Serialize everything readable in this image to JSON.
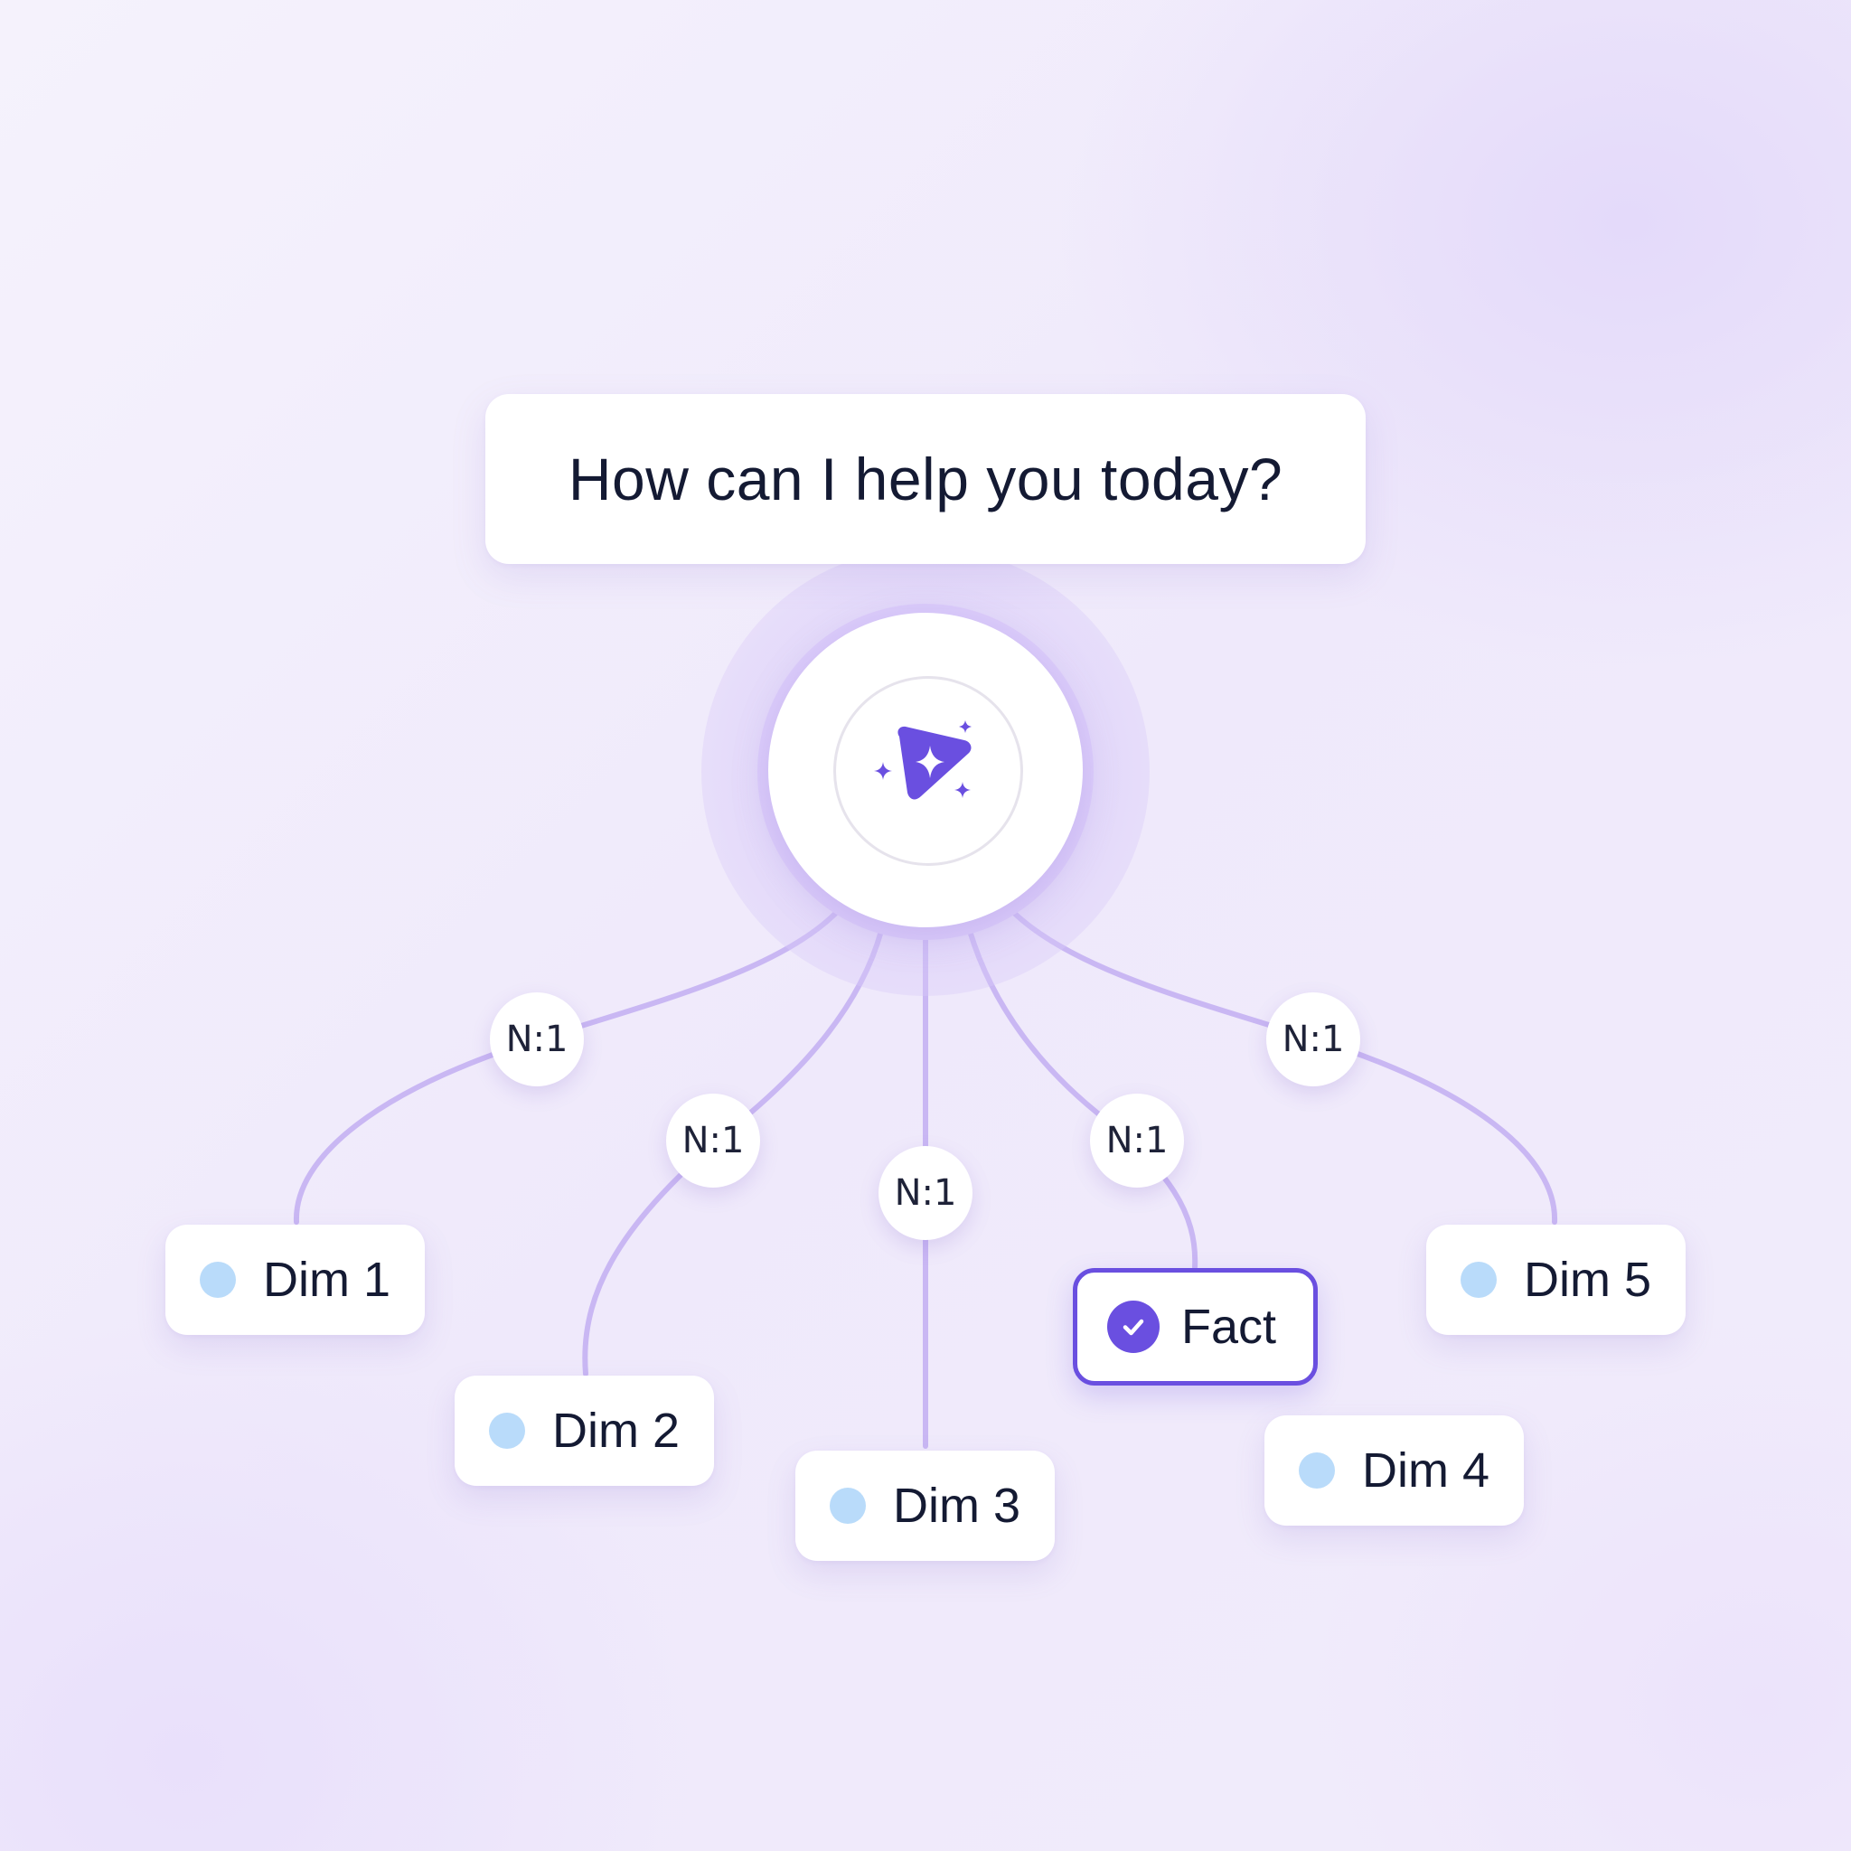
{
  "prompt": {
    "text": "How can I help you today?"
  },
  "hub": {
    "icon": "sparkle-play-icon",
    "accent": "#6a4fe0"
  },
  "relationships": [
    {
      "label": "N:1",
      "to": "Dim 1"
    },
    {
      "label": "N:1",
      "to": "Dim 2"
    },
    {
      "label": "N:1",
      "to": "Dim 3"
    },
    {
      "label": "N:1",
      "to": "Fact"
    },
    {
      "label": "N:1",
      "to": "Dim 5"
    }
  ],
  "nodes": [
    {
      "label": "Dim 1",
      "kind": "dimension"
    },
    {
      "label": "Dim 2",
      "kind": "dimension"
    },
    {
      "label": "Dim 3",
      "kind": "dimension"
    },
    {
      "label": "Fact",
      "kind": "fact",
      "selected": true
    },
    {
      "label": "Dim 4",
      "kind": "dimension"
    },
    {
      "label": "Dim 5",
      "kind": "dimension"
    }
  ],
  "colors": {
    "dimension_dot": "#b9dbfa",
    "link": "#c8b5f2",
    "fact_border": "#6a4fe0"
  }
}
